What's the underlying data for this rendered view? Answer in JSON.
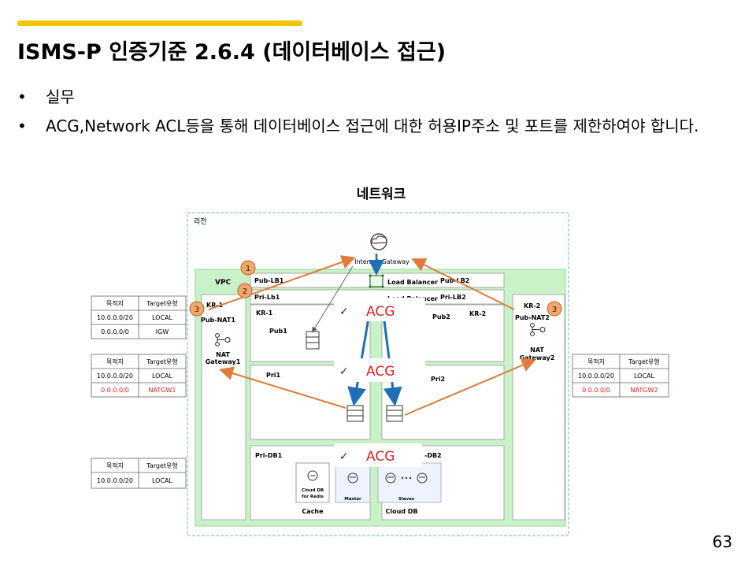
{
  "slide": {
    "title": "ISMS-P 인증기준 2.6.4 (데이터베이스 접근)",
    "bullets": [
      "실무",
      "ACG,Network ACL등을 통해 데이터베이스 접근에 대한 허용IP주소 및 포트를 제한하여야 합니다."
    ],
    "page_number": "63"
  },
  "diagram": {
    "heading": "네트워크",
    "region_label": "리전",
    "vpc_label": "VPC",
    "igw_label": "Internet Gateway",
    "lb_label": "Load Balancer",
    "lb_label_2": "Load Balancer",
    "subnets": {
      "pub_lb1": "Pub-LB1",
      "pri_lb1": "Pri-Lb1",
      "pub_lb2": "Pub-LB2",
      "pri_lb2": "Pri-LB2",
      "kr1_left": "KR-1",
      "pub_nat1": "Pub-NAT1",
      "kr1_inner": "KR-1",
      "pub1": "Pub1",
      "pub2": "Pub2",
      "kr2_inner": "KR-2",
      "kr2_right": "KR-2",
      "pub_nat2": "Pub-NAT2",
      "pri1": "Pri1",
      "pri2": "Pri2",
      "pri_db1": "Pri-DB1",
      "pri_db2": "-DB2"
    },
    "nat1": [
      "NAT",
      "Gateway1"
    ],
    "nat2": [
      "NAT",
      "Gateway2"
    ],
    "cache_box": [
      "Cloud DB",
      "for Redis"
    ],
    "master_label": "Master",
    "slaves_label": "Slaves",
    "cache_label": "Cache",
    "clouddb_label": "Cloud DB",
    "acg_label": "ACG",
    "check": "✓",
    "badges": [
      "1",
      "2",
      "3",
      "3"
    ],
    "accent_color": "#f5c400",
    "arrow_color": "#e07b39",
    "acg_color": "#e02020",
    "vpc_color": "#c9f2c9",
    "route_tables": [
      {
        "headers": [
          "목적지",
          "Target유형"
        ],
        "rows": [
          [
            "10.0.0.0/20",
            "LOCAL"
          ],
          [
            "0.0.0.0/0",
            "IGW"
          ]
        ]
      },
      {
        "headers": [
          "목적지",
          "Target유형"
        ],
        "rows": [
          [
            "10.0.0.0/20",
            "LOCAL"
          ],
          [
            "0.0.0.0/0",
            "NATGW1"
          ]
        ]
      },
      {
        "headers": [
          "목적지",
          "Target유형"
        ],
        "rows": [
          [
            "10.0.0.0/20",
            "LOCAL"
          ]
        ]
      },
      {
        "headers": [
          "목적지",
          "Target유형"
        ],
        "rows": [
          [
            "10.0.0.0/20",
            "LOCAL"
          ],
          [
            "0.0.0.0/0",
            "NATGW2"
          ]
        ]
      }
    ]
  }
}
